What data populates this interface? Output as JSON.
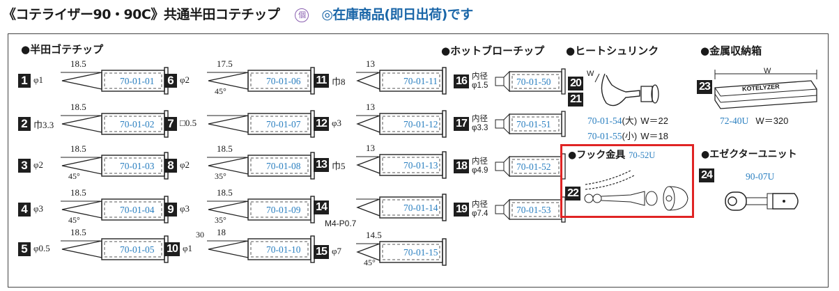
{
  "header": {
    "title": "《コテライザー90・90C》共通半田コテチップ",
    "mark": "個",
    "stock_note": "◎在庫商品(即日出荷)です",
    "colors": {
      "stock": "#1a66a8",
      "code": "#2a7fc0",
      "highlight": "#e02424",
      "mark": "#8a5fb0"
    }
  },
  "sections": {
    "solder": "●半田ゴテチップ",
    "hotblow": "●ホットブローチップ",
    "shrink": "●ヒートシュリンク",
    "box": "●金属収納箱",
    "hook": "●フック金具",
    "ejector": "●エゼクターユニット"
  },
  "tips": [
    {
      "no": "1",
      "code": "70-01-01",
      "length": "18.5",
      "size": "φ1"
    },
    {
      "no": "2",
      "code": "70-01-02",
      "length": "18.5",
      "size": "巾3.3"
    },
    {
      "no": "3",
      "code": "70-01-03",
      "length": "18.5",
      "size": "φ2",
      "angle": "45°"
    },
    {
      "no": "4",
      "code": "70-01-04",
      "length": "18.5",
      "size": "φ3",
      "angle": "45°"
    },
    {
      "no": "5",
      "code": "70-01-05",
      "length": "18.5",
      "size": "φ0.5"
    },
    {
      "no": "6",
      "code": "70-01-06",
      "length": "17.5",
      "size": "φ2",
      "angle": "45°"
    },
    {
      "no": "7",
      "code": "70-01-07",
      "length": "",
      "size": "□0.5"
    },
    {
      "no": "8",
      "code": "70-01-08",
      "length": "18.5",
      "size": "φ2",
      "angle": "35°"
    },
    {
      "no": "9",
      "code": "70-01-09",
      "length": "18.5",
      "size": "φ3",
      "angle": "35°"
    },
    {
      "no": "10",
      "code": "70-01-10",
      "length": "18",
      "size": "φ1",
      "angle": "30"
    },
    {
      "no": "11",
      "code": "70-01-11",
      "length": "13",
      "size": "巾8"
    },
    {
      "no": "12",
      "code": "70-01-12",
      "length": "13",
      "size": "φ3"
    },
    {
      "no": "13",
      "code": "70-01-13",
      "length": "13",
      "size": "巾5"
    },
    {
      "no": "14",
      "code": "70-01-14",
      "thread": "M4-P0.7"
    },
    {
      "no": "15",
      "code": "70-01-15",
      "length": "14.5",
      "size": "φ7",
      "angle": "45°"
    }
  ],
  "hotblow": [
    {
      "no": "16",
      "code": "70-01-50",
      "label": "内径",
      "size": "φ1.5"
    },
    {
      "no": "17",
      "code": "70-01-51",
      "label": "内径",
      "size": "φ3.3"
    },
    {
      "no": "18",
      "code": "70-01-52",
      "label": "内径",
      "size": "φ4.9"
    },
    {
      "no": "19",
      "code": "70-01-53",
      "label": "内径",
      "size": "φ7.4"
    }
  ],
  "shrink": {
    "nos": [
      "20",
      "21"
    ],
    "w_label": "W",
    "items": [
      {
        "code": "70-01-54",
        "size": "(大)",
        "w": "W＝22"
      },
      {
        "code": "70-01-55",
        "size": "(小)",
        "w": "W＝18"
      }
    ]
  },
  "box": {
    "no": "23",
    "code": "72-40U",
    "w": "W＝320",
    "w_label": "W",
    "brand": "KOTELYZER"
  },
  "hook": {
    "no": "22",
    "code": "70-52U"
  },
  "ejector": {
    "no": "24",
    "code": "90-07U"
  }
}
